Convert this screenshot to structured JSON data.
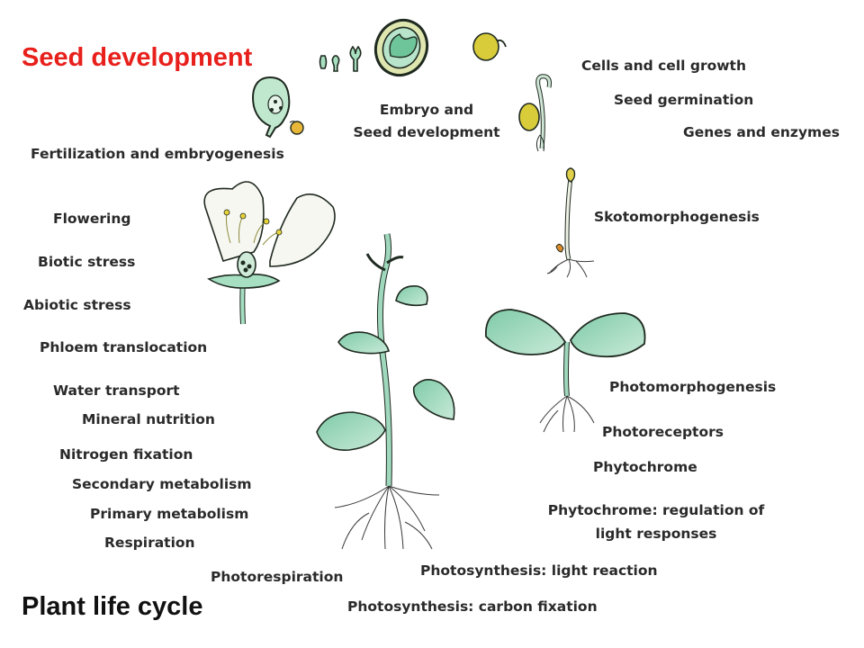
{
  "titles": {
    "seed_development": "Seed development",
    "plant_life_cycle": "Plant life cycle"
  },
  "labels": {
    "cells_growth": "Cells and cell growth",
    "seed_germination": "Seed germination",
    "genes_enzymes": "Genes and enzymes",
    "embryo_line1": "Embryo and",
    "embryo_line2": "Seed development",
    "fertilization": "Fertilization and embryogenesis",
    "flowering": "Flowering",
    "skotomorphogenesis": "Skotomorphogenesis",
    "biotic_stress": "Biotic stress",
    "abiotic_stress": "Abiotic stress",
    "phloem": "Phloem translocation",
    "water_transport": "Water transport",
    "photomorphogenesis": "Photomorphogenesis",
    "mineral_nutrition": "Mineral nutrition",
    "photoreceptors": "Photoreceptors",
    "nitrogen_fixation": "Nitrogen fixation",
    "phytochrome": "Phytochrome",
    "secondary_metabolism": "Secondary metabolism",
    "phytochrome_reg_line1": "Phytochrome: regulation of",
    "phytochrome_reg_line2": "light  responses",
    "primary_metabolism": "Primary metabolism",
    "respiration": "Respiration",
    "photosynthesis_light": "Photosynthesis:  light reaction",
    "photorespiration": "Photorespiration",
    "photosynthesis_carbon": "Photosynthesis:  carbon fixation"
  },
  "colors": {
    "title_red": "#e8201c",
    "label_text": "#2a2a2a",
    "leaf_green": "#9fd8bd",
    "leaf_dark": "#3f8f6c",
    "seed_yellow": "#d9cc3a",
    "flower_yellow": "#e8d84a",
    "seed_orange": "#d98b2b"
  }
}
